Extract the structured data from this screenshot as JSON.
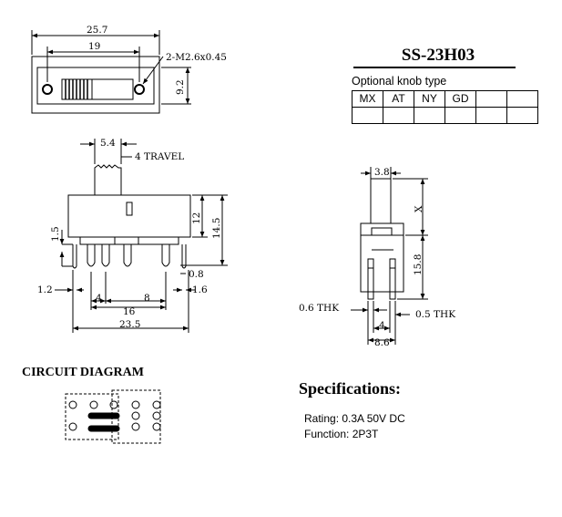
{
  "part_number": "SS-23H03",
  "knob": {
    "label": "Optional knob type",
    "types": [
      "MX",
      "AT",
      "NY",
      "GD",
      "",
      ""
    ]
  },
  "top_view": {
    "dim_overall": "25.7",
    "dim_hole_spacing": "19",
    "dim_height": "9.2",
    "hole_callout": "2-M2.6x0.45"
  },
  "front_view": {
    "dim_knob": "5.4",
    "travel": "4 TRAVEL",
    "dim_body": "12",
    "dim_total": "14.5",
    "dim_lead": "1.5",
    "dim_lead_w": "0.8",
    "dim_lead_left": "1.2",
    "dim_pitch1": "4",
    "dim_pitch2": "8",
    "dim_lead_right": "1.6",
    "dim_span": "16",
    "dim_width": "23.5"
  },
  "side_view": {
    "dim_knob_w": "3.8",
    "dim_x": "X",
    "dim_height": "15.8",
    "thk_left": "0.6 THK",
    "thk_right": "0.5 THK",
    "dim_pitch": "4",
    "dim_width": "8.6"
  },
  "circuit": {
    "title": "CIRCUIT DIAGRAM"
  },
  "specifications": {
    "title": "Specifications:",
    "rating": "Rating: 0.3A 50V DC",
    "function": "Function: 2P3T"
  }
}
